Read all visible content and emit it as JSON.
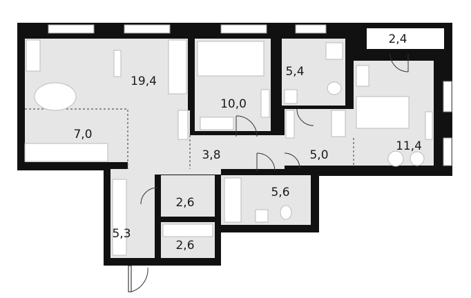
{
  "plan": {
    "wall_color": "#111111",
    "room_color": "#e6e6e6",
    "rooms": [
      {
        "id": "living-room",
        "area": "19,4"
      },
      {
        "id": "kitchen",
        "area": "7,0"
      },
      {
        "id": "bedroom-1",
        "area": "10,0"
      },
      {
        "id": "bathroom-1",
        "area": "5,4"
      },
      {
        "id": "balcony",
        "area": "2,4"
      },
      {
        "id": "bedroom-2",
        "area": "11,4"
      },
      {
        "id": "hall-1",
        "area": "3,8"
      },
      {
        "id": "hall-2",
        "area": "5,0"
      },
      {
        "id": "bathroom-2",
        "area": "5,6"
      },
      {
        "id": "storage-1",
        "area": "2,6"
      },
      {
        "id": "storage-2",
        "area": "2,6"
      },
      {
        "id": "entrance-hall",
        "area": "5,3"
      }
    ]
  }
}
